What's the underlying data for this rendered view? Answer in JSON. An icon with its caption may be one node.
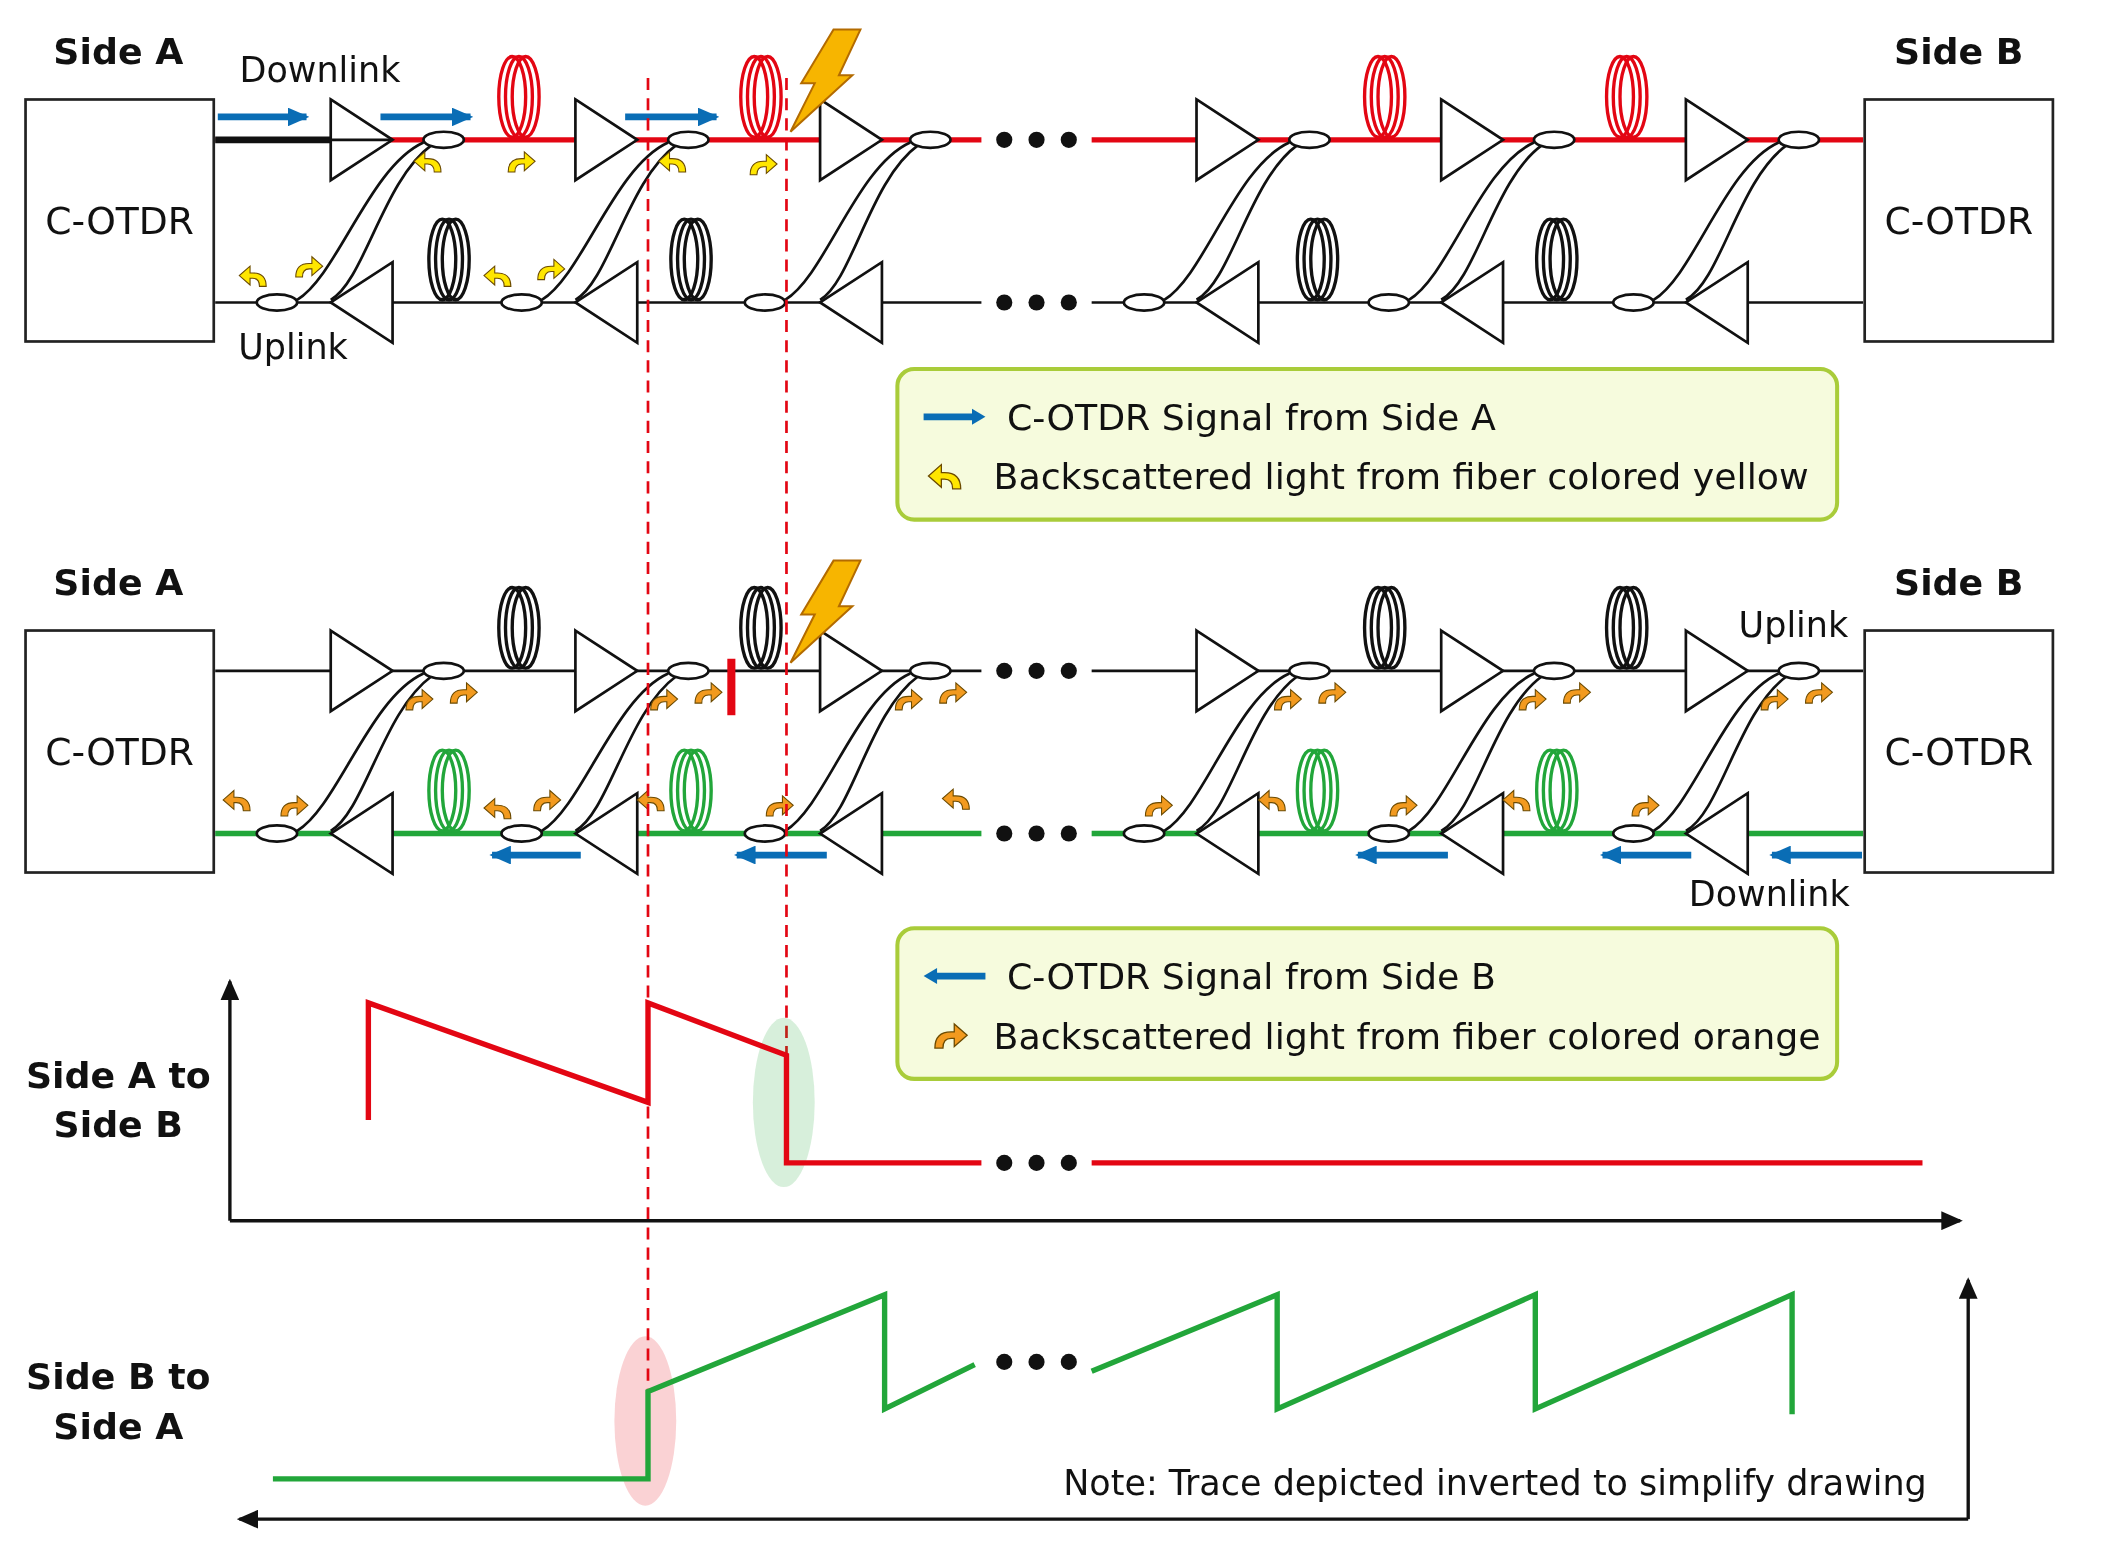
{
  "diagram": {
    "nodes": [
      {
        "text": [
          "C-OTDR"
        ]
      },
      {
        "text": [
          "C-OTDR"
        ]
      },
      {
        "text": [
          "C-OTDR"
        ]
      },
      {
        "text": [
          "C-OTDR"
        ]
      }
    ],
    "labels": [
      "Side A",
      "Downlink",
      "Uplink",
      "Side B",
      "Side A",
      "Side B",
      "Uplink",
      "Downlink",
      "Side A to Side B",
      "Side B to Side A",
      "Note: Trace depicted inverted to simplify drawing"
    ],
    "legend": [
      {
        "text": "C-OTDR Signal from Side A"
      },
      {
        "text": "Backscattered light from fiber colored yellow"
      },
      {
        "text": "C-OTDR Signal from Side B"
      },
      {
        "text": "Backscattered light from fiber colored orange"
      }
    ]
  }
}
